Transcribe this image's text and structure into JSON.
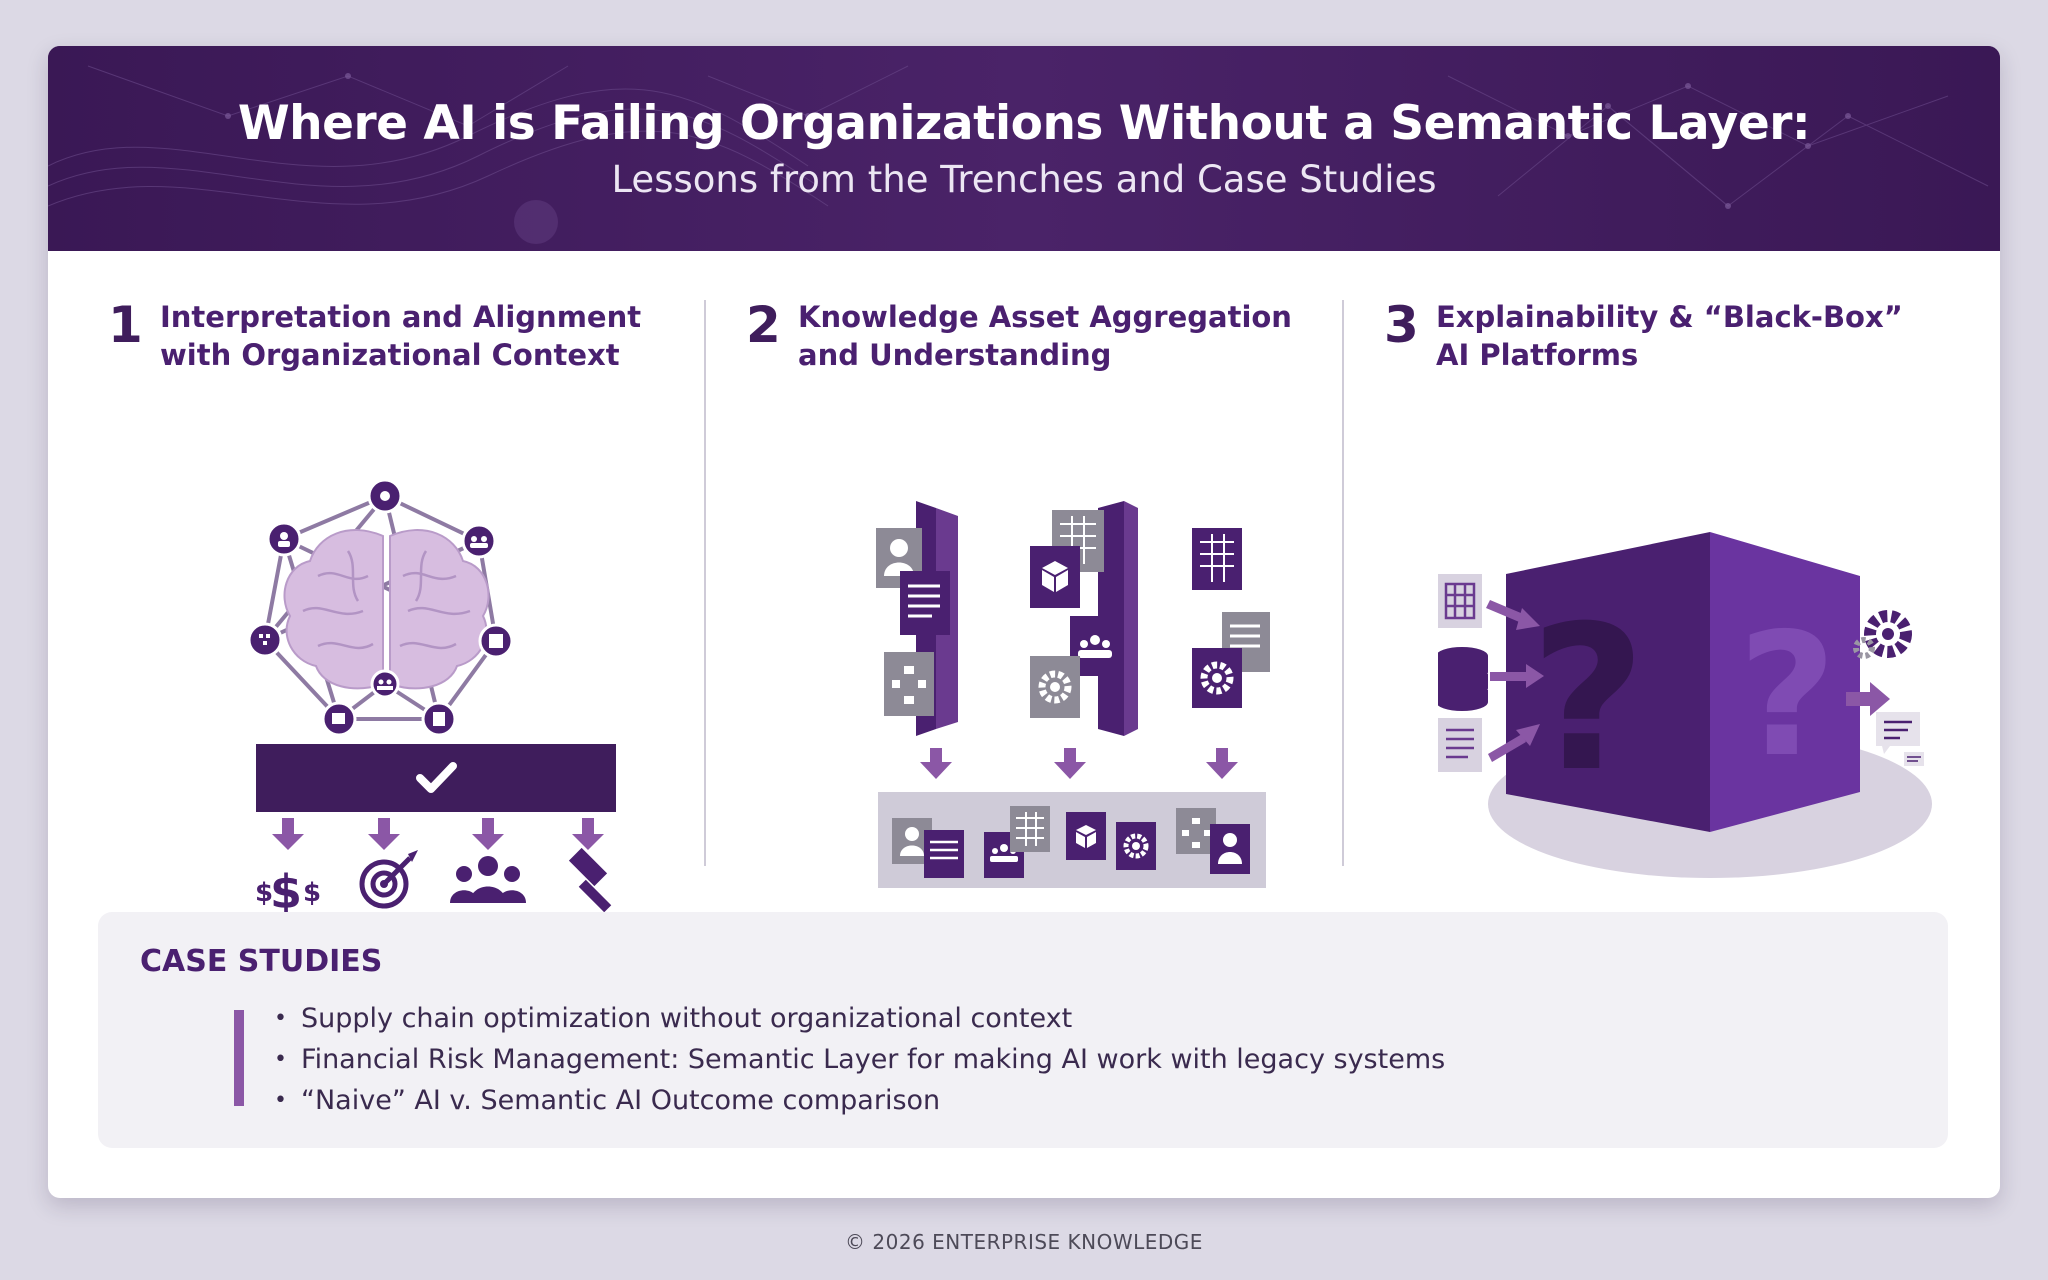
{
  "header": {
    "title": "Where AI is Failing Organizations Without a Semantic Layer:",
    "subtitle": "Lessons from the Trenches and Case Studies"
  },
  "sections": [
    {
      "number": "1",
      "title": "Interpretation and Alignment with Organizational Context"
    },
    {
      "number": "2",
      "title": "Knowledge Asset Aggregation and Understanding"
    },
    {
      "number": "3",
      "title": "Explainability & “Black-Box” AI Platforms"
    }
  ],
  "case_studies": {
    "title": "CASE STUDIES",
    "items": [
      "Supply chain optimization without organizational context",
      "Financial Risk Management: Semantic Layer for making AI work with legacy systems",
      "“Naive” AI v. Semantic AI Outcome comparison"
    ]
  },
  "footer": "© 2026 ENTERPRISE KNOWLEDGE",
  "colors": {
    "background": "#dcd9e5",
    "header": "#3f1d5c",
    "accent": "#8b57a6",
    "deep_purple": "#4a2070",
    "brain": "#d7bde0"
  },
  "icons": {
    "section1": [
      "brain-icon",
      "network-icon",
      "checkmark-icon",
      "dollar-icon",
      "target-icon",
      "people-icon",
      "gavel-icon"
    ],
    "section2": [
      "person-card-icon",
      "document-icon",
      "spreadsheet-icon",
      "box-icon",
      "team-icon",
      "gear-icon",
      "flowchart-icon"
    ],
    "section3": [
      "black-box-cube-icon",
      "question-mark-icon",
      "database-icon",
      "gear-icon",
      "chat-icon"
    ]
  }
}
